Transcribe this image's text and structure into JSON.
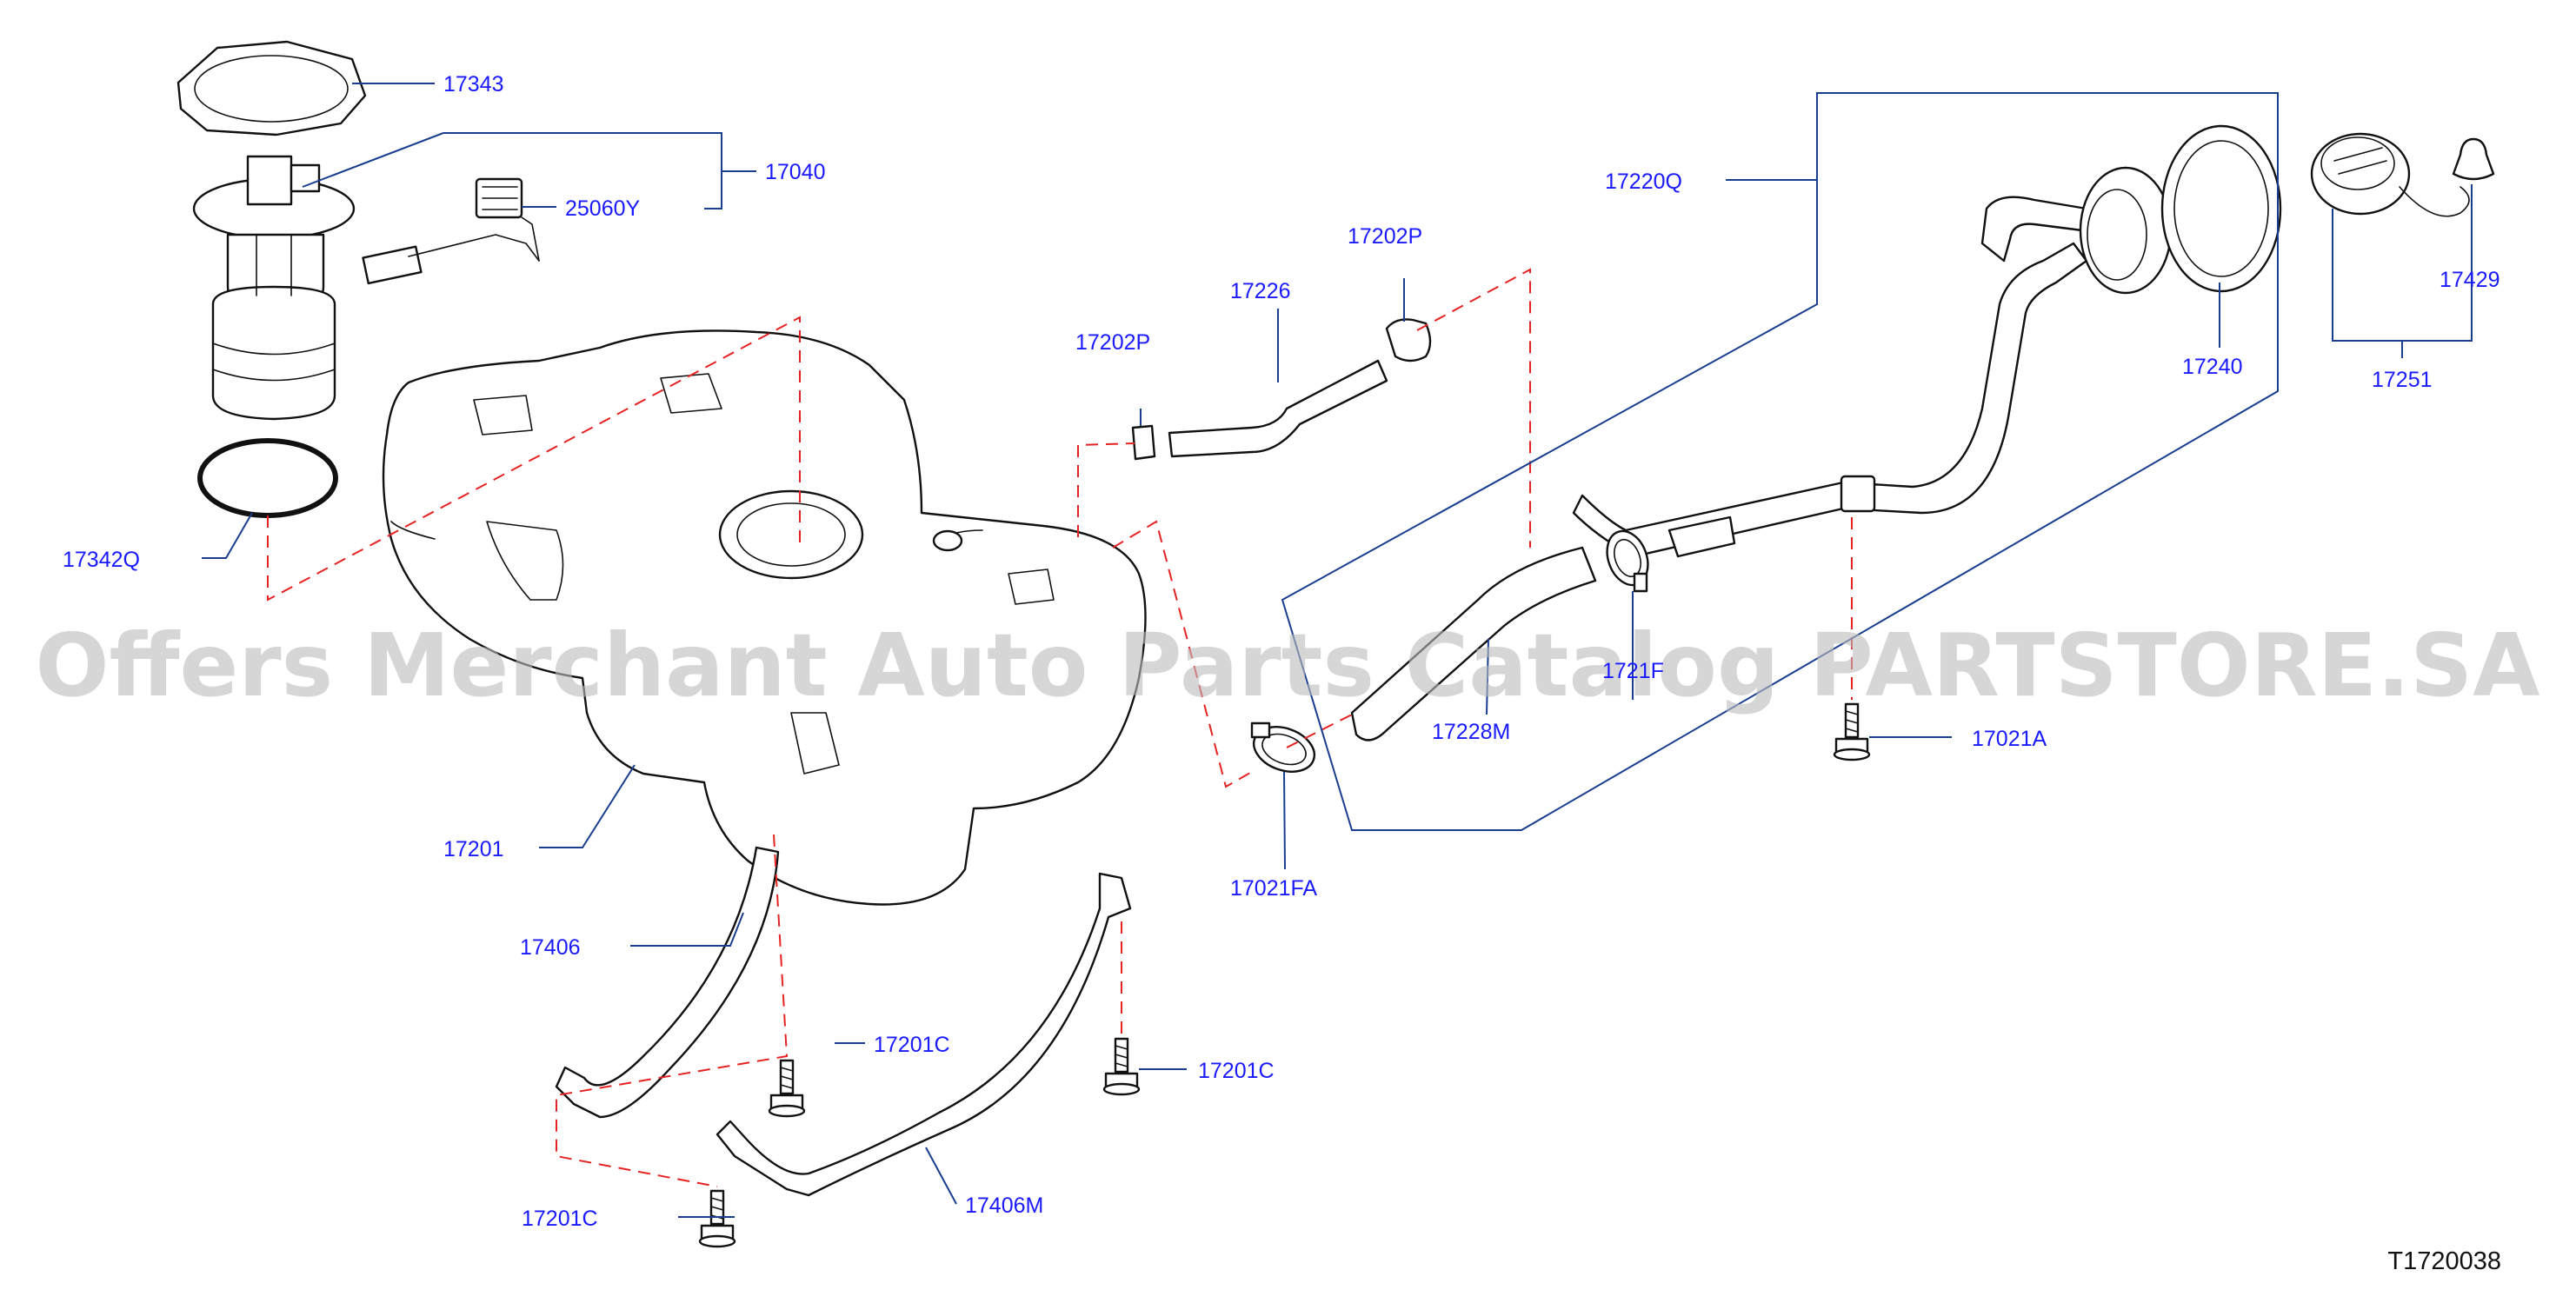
{
  "labels": {
    "p17343": "17343",
    "p17040": "17040",
    "p25060Y": "25060Y",
    "p17342Q": "17342Q",
    "p17201": "17201",
    "p17406": "17406",
    "p17201C_a": "17201C",
    "p17201C_b": "17201C",
    "p17201C_c": "17201C",
    "p17406M": "17406M",
    "p17202P_a": "17202P",
    "p17202P_b": "17202P",
    "p17226": "17226",
    "p17220Q": "17220Q",
    "p17228M": "17228M",
    "p1721F": "1721F",
    "p17021FA": "17021FA",
    "p17021A": "17021A",
    "p17240": "17240",
    "p17429": "17429",
    "p17251": "17251"
  },
  "watermark": "Offers Merchant Auto Parts Catalog PARTSTORE.SA",
  "diagram_code": "T1720038",
  "colors": {
    "label_text": "#1a1aff",
    "leader_line": "#1a3e8f",
    "dashed_guide": "#e62222",
    "watermark": "#bcbcbc",
    "part_outline": "#111111"
  }
}
